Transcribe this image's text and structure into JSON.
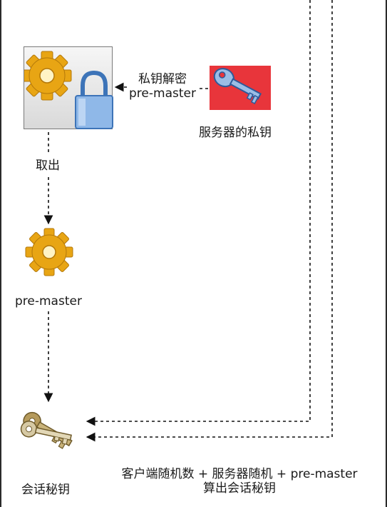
{
  "nodes": {
    "decrypt_box": {
      "label_line1": "私钥解密",
      "label_line2": "pre-master"
    },
    "server_private_key": {
      "label": "服务器的私钥",
      "bg_color": "#e8353b"
    },
    "extract": {
      "label": "取出"
    },
    "pre_master": {
      "label": "pre-master"
    },
    "session_key": {
      "label": "会话秘钥"
    },
    "compute": {
      "line1": "客户端随机数 + 服务器随机 +  pre-master",
      "line2": "算出会话秘钥"
    }
  },
  "icons": {
    "gear": "gear-icon",
    "lock": "padlock-icon",
    "key": "key-icon",
    "keys": "keys-icon"
  }
}
